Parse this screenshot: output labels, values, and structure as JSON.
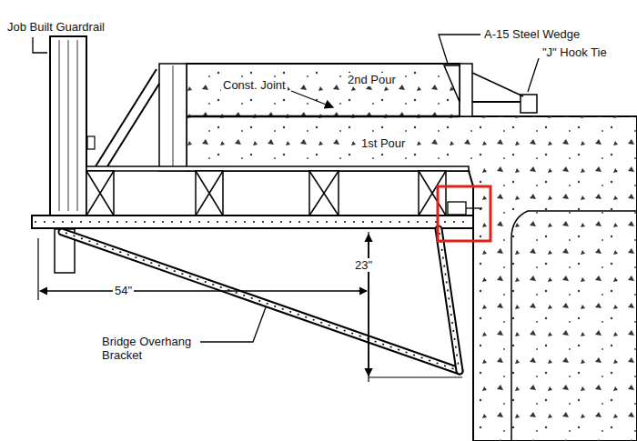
{
  "diagram": {
    "labels": [
      "Job Built Guardrail",
      "A-15 Steel Wedge",
      "\"J\" Hook Tie",
      "Const. Joint",
      "2nd Pour",
      "1st Pour",
      "54\"",
      "23\"",
      "Bridge Overhang Bracket"
    ]
  }
}
